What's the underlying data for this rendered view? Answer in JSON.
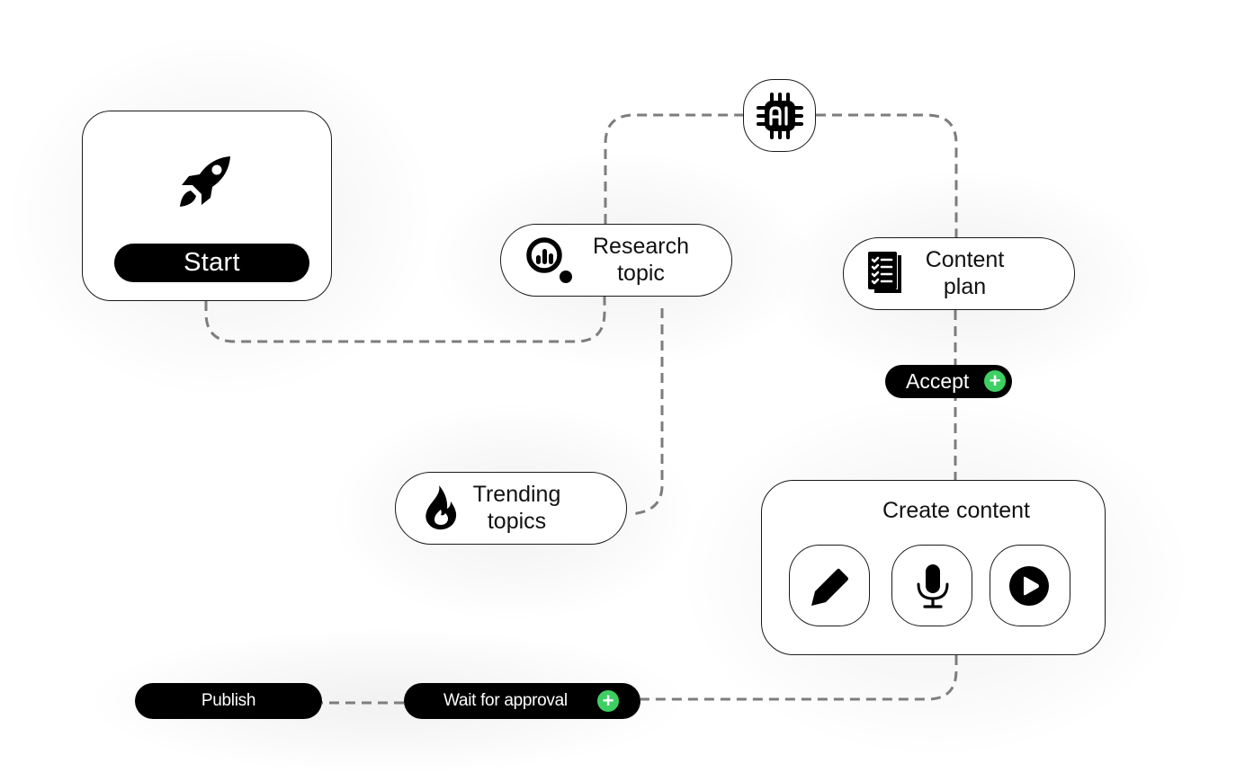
{
  "diagram": {
    "title": "Content workflow",
    "connector_color": "#7d7d7d",
    "accent_color": "#3ecf63",
    "nodes": {
      "start": {
        "label": "Start",
        "icon": "rocket-icon"
      },
      "ai": {
        "label": "AI",
        "icon": "ai-chip-icon"
      },
      "research": {
        "label": "Research topic",
        "line1": "Research",
        "line2": "topic",
        "icon": "research-chart-search-icon"
      },
      "content_plan": {
        "label": "Content plan",
        "line1": "Content",
        "line2": "plan",
        "icon": "checklist-icon"
      },
      "trending": {
        "label": "Trending topics",
        "line1": "Trending",
        "line2": "topics",
        "icon": "fire-icon"
      },
      "accept": {
        "label": "Accept",
        "action_icon": "plus-icon"
      },
      "create": {
        "title": "Create content",
        "options": [
          {
            "id": "write",
            "icon": "pencil-icon"
          },
          {
            "id": "voice",
            "icon": "microphone-icon"
          },
          {
            "id": "video",
            "icon": "play-icon"
          }
        ]
      },
      "wait": {
        "label": "Wait for approval",
        "action_icon": "plus-icon"
      },
      "publish": {
        "label": "Publish"
      }
    },
    "edges": [
      {
        "from": "start",
        "to": "research"
      },
      {
        "from": "research",
        "to": "ai"
      },
      {
        "from": "ai",
        "to": "content_plan"
      },
      {
        "from": "research",
        "to": "trending"
      },
      {
        "from": "content_plan",
        "to": "create",
        "via": "accept"
      },
      {
        "from": "create",
        "to": "wait"
      },
      {
        "from": "wait",
        "to": "publish"
      }
    ],
    "plus_symbol": "+"
  }
}
